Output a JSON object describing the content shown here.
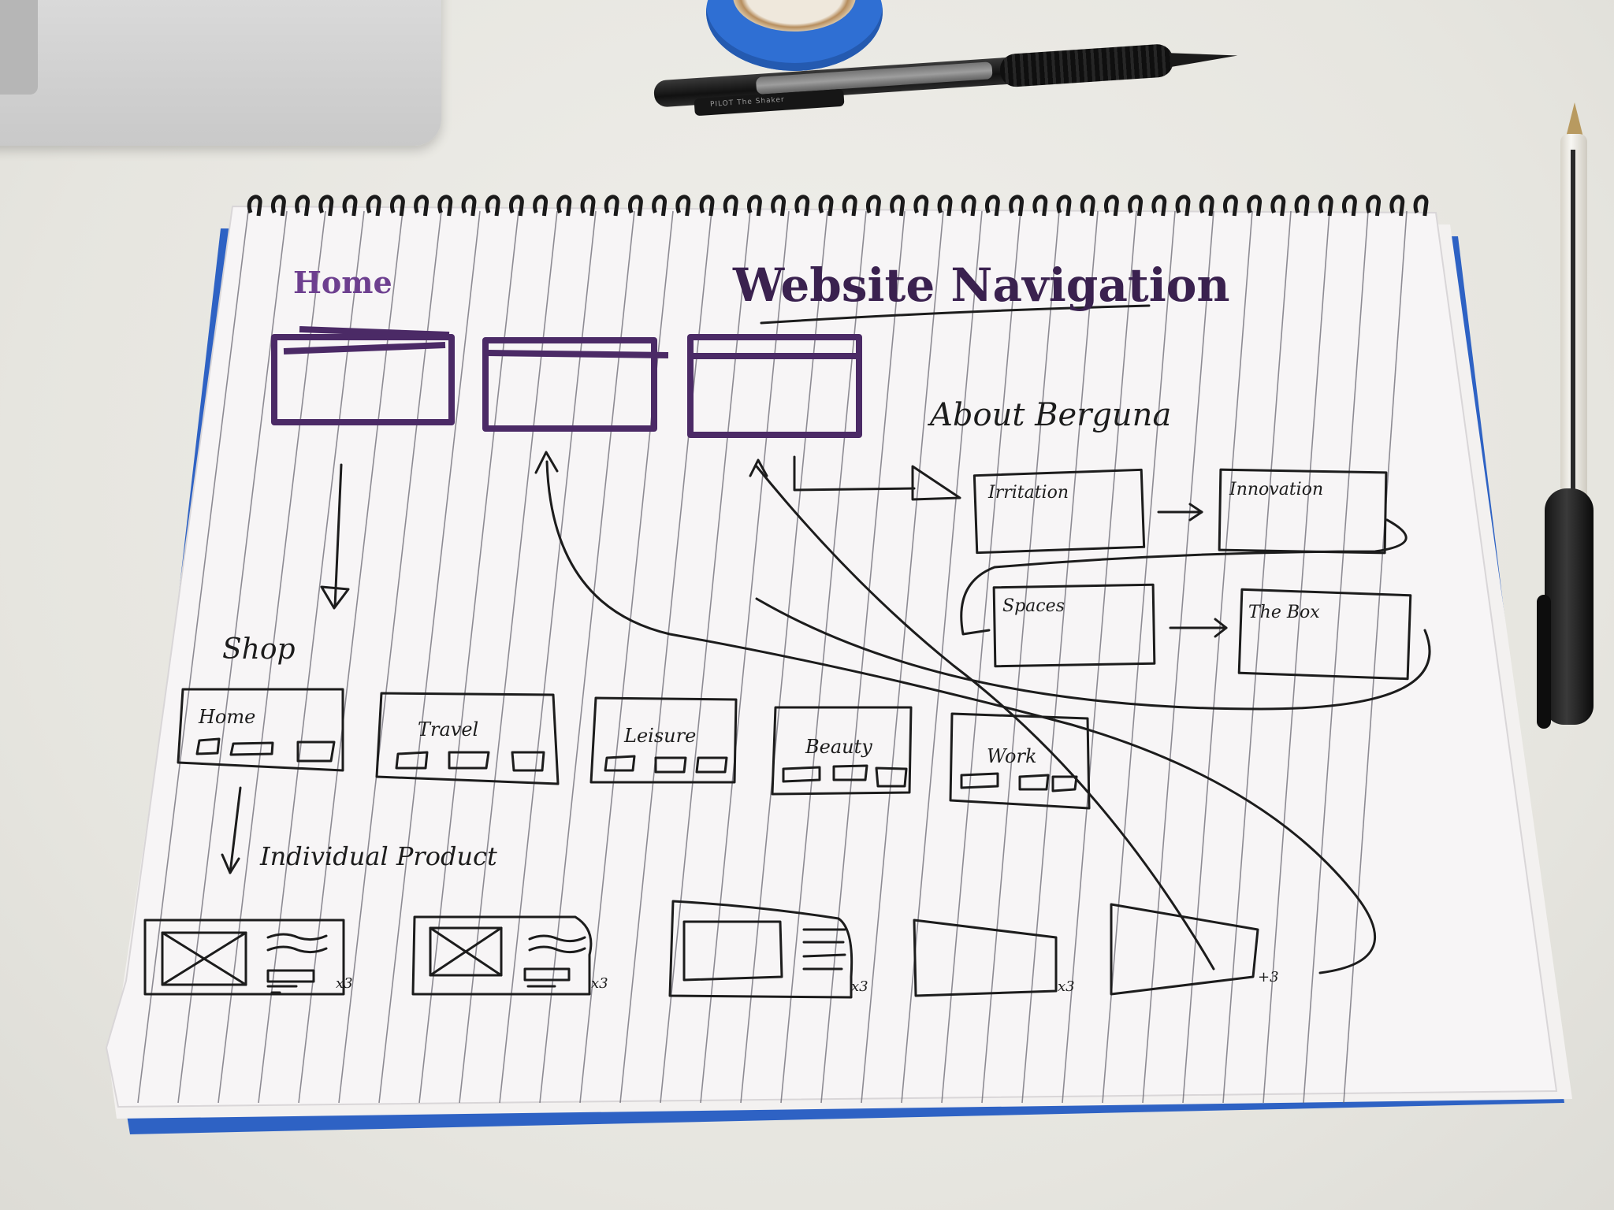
{
  "title": "Website Navigation",
  "sections": {
    "home": "Home",
    "about": "About Berguna",
    "shop": "Shop",
    "individual": "Individual Product"
  },
  "about_pages": [
    "Irritation",
    "Innovation",
    "Spaces",
    "The Box"
  ],
  "shop_categories": [
    "Home",
    "Travel",
    "Leisure",
    "Beauty",
    "Work"
  ],
  "product_multipliers": [
    "x3",
    "x3",
    "x3",
    "x3",
    "+3"
  ],
  "pen_brand_text": "PILOT The Shaker"
}
